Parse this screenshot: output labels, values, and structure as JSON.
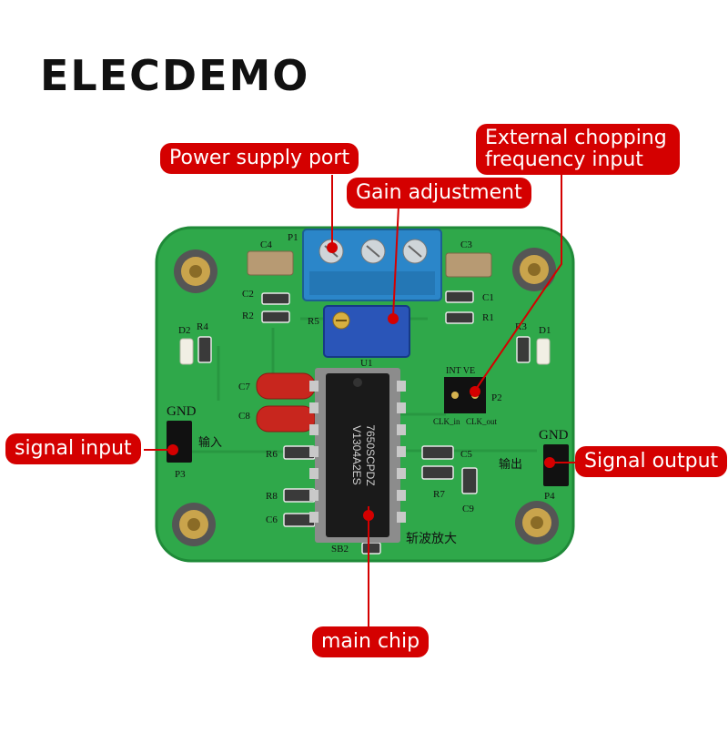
{
  "brand": "ELECDEMO",
  "callouts": {
    "power_supply": "Power supply port",
    "gain": "Gain adjustment",
    "chopping_line1": "External chopping",
    "chopping_line2": "frequency input",
    "signal_input": "signal input",
    "signal_output": "Signal output",
    "main_chip": "main chip"
  },
  "board": {
    "caps": [
      "C4",
      "C3",
      "C2",
      "C1",
      "C7",
      "C8",
      "C5",
      "C6",
      "C9"
    ],
    "labels": {
      "p1": "P1",
      "p2": "P2",
      "p3": "P3",
      "p4": "P4",
      "r1": "R1",
      "r2": "R2",
      "r3": "R3",
      "r4": "R4",
      "r5": "R5",
      "r6": "R6",
      "r7": "R7",
      "r8": "R8",
      "d1": "D1",
      "d2": "D2",
      "u1": "U1",
      "sb2": "SB2",
      "gnd_in": "GND",
      "gnd_out": "GND",
      "int_ve": "INT VE",
      "clk_in": "CLK_in",
      "clk_out": "CLK_out",
      "in_cn": "输入",
      "out_cn": "输出",
      "board_title_cn": "斩波放大"
    },
    "chip_text": [
      "7650SCPDZ",
      "V1304A2ES"
    ]
  },
  "colors": {
    "pcb": "#2fa84a",
    "pcb_dark": "#1f8a38",
    "callout": "#d40000",
    "terminal": "#2b86c9",
    "cap_red": "#c8261e",
    "chip": "#1a1a1a"
  }
}
